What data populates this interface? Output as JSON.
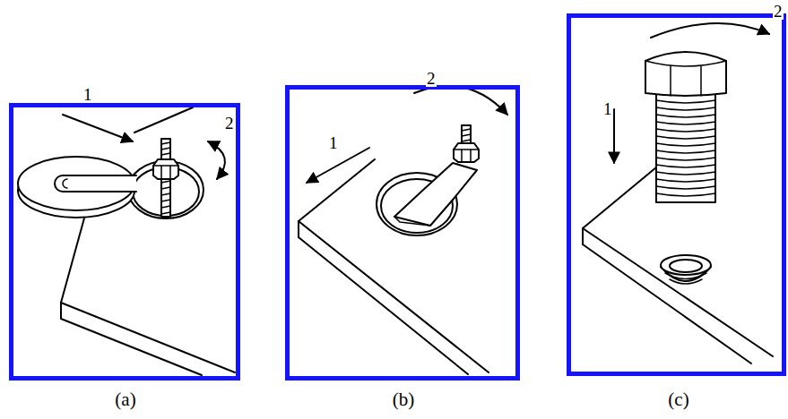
{
  "diagram": {
    "nodes": [
      {
        "text": [
          "1",
          "2",
          "(a)"
        ]
      },
      {
        "text": [
          "2",
          "1",
          "(b)"
        ]
      },
      {
        "text": [
          "1",
          "2",
          "(c)"
        ]
      }
    ]
  }
}
